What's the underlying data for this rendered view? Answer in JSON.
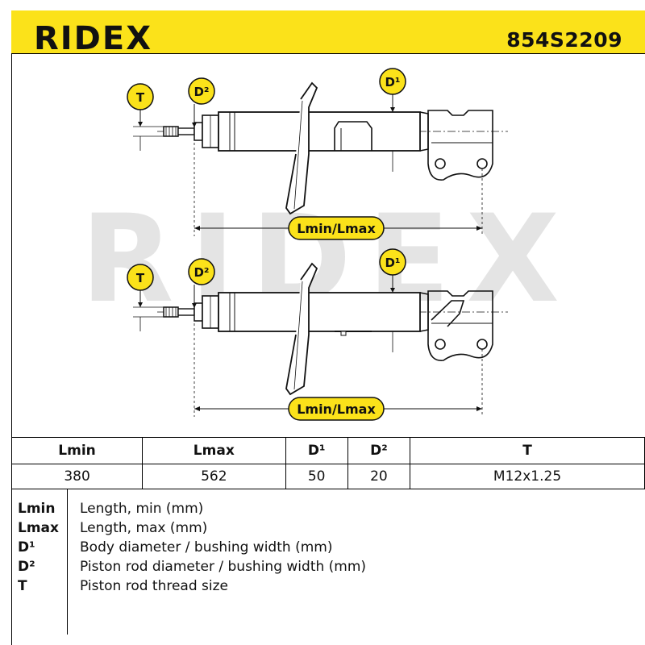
{
  "header": {
    "brand": "RIDEX",
    "part_number": "854S2209",
    "accent_color": "#fbe21a"
  },
  "watermark": "RIDEX",
  "diagram": {
    "badges": [
      "T",
      "D²",
      "D¹"
    ],
    "length_label": "Lmin/Lmax"
  },
  "specs": {
    "headers": [
      "Lmin",
      "Lmax",
      "D¹",
      "D²",
      "T"
    ],
    "values": [
      "380",
      "562",
      "50",
      "20",
      "M12x1.25"
    ]
  },
  "legend": [
    {
      "abbr": "Lmin",
      "desc": "Length, min (mm)"
    },
    {
      "abbr": "Lmax",
      "desc": "Length, max (mm)"
    },
    {
      "abbr": "D¹",
      "desc": "Body diameter / bushing width (mm)"
    },
    {
      "abbr": "D²",
      "desc": "Piston rod diameter / bushing width (mm)"
    },
    {
      "abbr": "T",
      "desc": "Piston rod thread size"
    }
  ]
}
